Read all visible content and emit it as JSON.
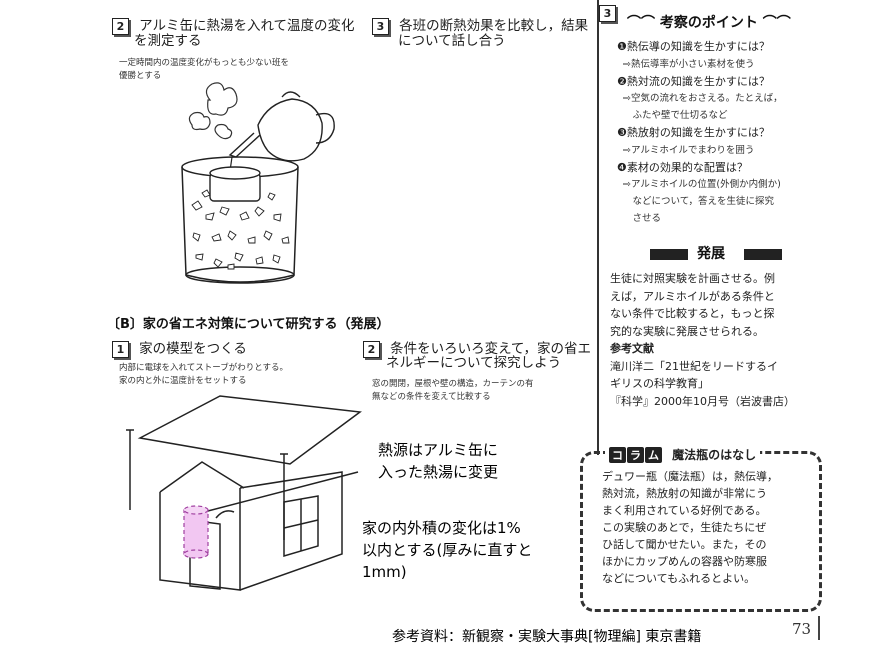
{
  "step2a": {
    "num": "2",
    "title1": "アルミ缶に熱湯を入れて温度の変化",
    "title2": "を測定する",
    "note1": "一定時間内の温度変化がもっとも少ない班を",
    "note2": "優勝とする"
  },
  "step3a": {
    "num": "3",
    "title1": "各班の断熱効果を比較し，結果",
    "title2": "について話し合う"
  },
  "sectionB": "〔B〕家の省エネ対策について研究する（発展）",
  "step1b": {
    "num": "1",
    "title": "家の模型をつくる",
    "note1": "内部に電球を入れてストーブがわりとする。",
    "note2": "家の内と外に温度計をセットする"
  },
  "step2b": {
    "num": "2",
    "title1": "条件をいろいろ変えて，家の省エ",
    "title2": "ネルギーについて探究しよう",
    "note1": "窓の開閉，屋根や壁の構造，カーテンの有",
    "note2": "無などの条件を変えて比較する"
  },
  "col3": {
    "num": "3",
    "points_title": "考察のポイント",
    "points": [
      {
        "q": "❶熱伝導の知識を生かすには？",
        "a": [
          "⇨熱伝導率が小さい素材を使う"
        ]
      },
      {
        "q": "❷熱対流の知識を生かすには？",
        "a": [
          "⇨空気の流れをおさえる。たとえば，",
          "　ふたや壁で仕切るなど"
        ]
      },
      {
        "q": "❸熱放射の知識を生かすには？",
        "a": [
          "⇨アルミホイルでまわりを囲う"
        ]
      },
      {
        "q": "❹素材の効果的な配置は？",
        "a": [
          "⇨アルミホイルの位置(外側か内側か)",
          "　などについて，答えを生徒に探究",
          "　させる"
        ]
      }
    ],
    "dev_title": "発展",
    "dev_text": [
      "生徒に対照実験を計画させる。例",
      "えば，アルミホイルがある条件と",
      "ない条件で比較すると，もっと探",
      "究的な実験に発展させられる。"
    ],
    "ref_title": "参考文献",
    "ref_lines": [
      "滝川洋二「21世紀をリードするイ",
      "ギリスの科学教育」",
      "『科学』2000年10月号（岩波書店）"
    ]
  },
  "column": {
    "label_chars": [
      "コ",
      "ラ",
      "ム"
    ],
    "title": "魔法瓶のはなし",
    "lines": [
      "デュワー瓶（魔法瓶）は，熱伝導，",
      "熱対流，熱放射の知識が非常にう",
      "まく利用されている好例である。",
      "この実験のあとで，生徒たちにぜ",
      "ひ話して聞かせたい。また，その",
      "ほかにカップめんの容器や防寒服",
      "などについてもふれるとよい。"
    ]
  },
  "overlay": {
    "heat1": "熱源はアルミ缶に",
    "heat2": "入った熱湯に変更",
    "vol1": "家の内外積の変化は1%",
    "vol2": "以内とする(厚みに直すと",
    "vol3": "1mm)"
  },
  "footer": {
    "source": "参考資料：新観察・実験大事典[物理編] 東京書籍",
    "page": "73"
  },
  "colors": {
    "cylinder_fill": "#f2c7f2",
    "cylinder_stroke": "#a040a0",
    "ink": "#222222"
  }
}
